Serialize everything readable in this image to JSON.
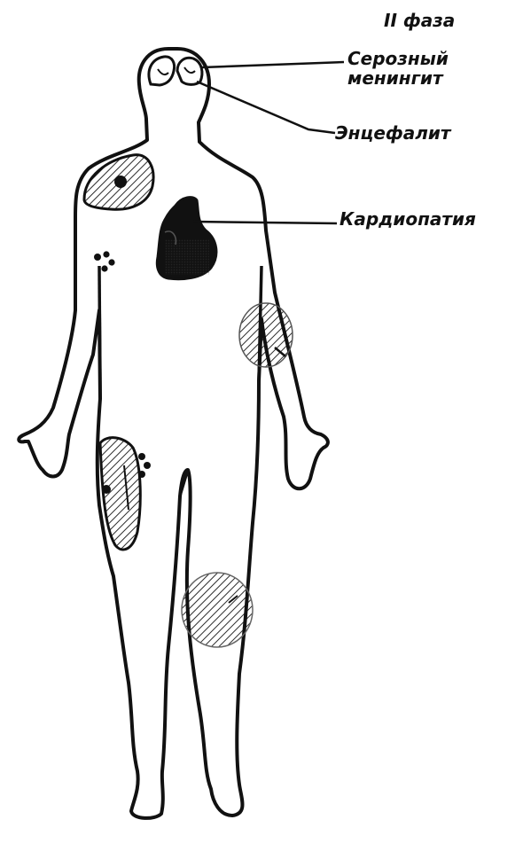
{
  "labels": {
    "phase": "II фаза",
    "serous_meningitis": "Серозный\nменингит",
    "encephalitis": "Энцефалит",
    "cardiopathy": "Кардиопатия"
  },
  "colors": {
    "ink": "#111111",
    "background": "#ffffff"
  },
  "icons": {
    "brain": "brain-hemispheres-icon",
    "heart": "heart-shape-icon",
    "lesion": "hatched-lesion-icon",
    "spots": "skin-spots-icon"
  }
}
